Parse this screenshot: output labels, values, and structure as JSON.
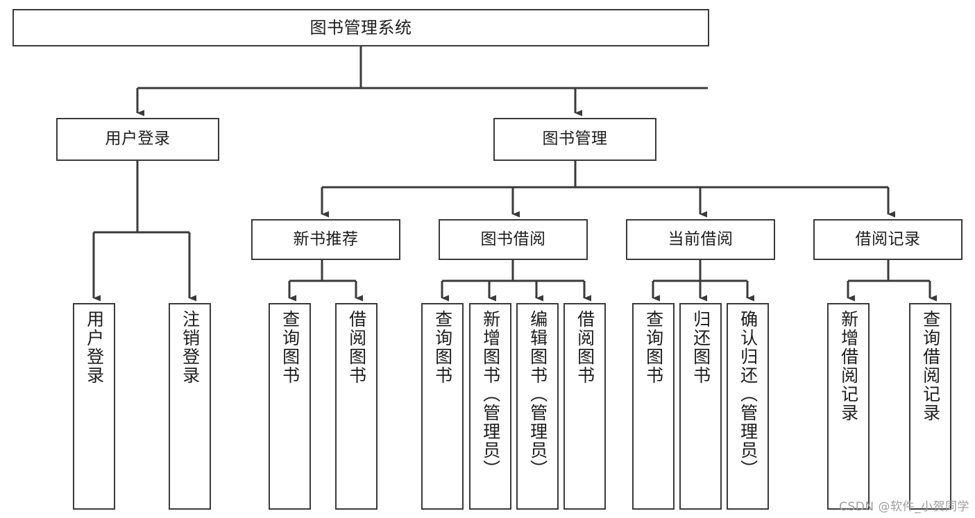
{
  "diagram": {
    "type": "tree",
    "title": "图书管理系统",
    "watermark": "CSDN @软件_小贺同学",
    "colors": {
      "node_border": "#3a3a3a",
      "node_fill": "#ffffff",
      "edge": "#3a3a3a",
      "text": "#1c1c1c",
      "watermark": "#9d9d9d",
      "background": "#ffffff"
    },
    "levels": {
      "root": {
        "label": "图书管理系统"
      },
      "level2": [
        {
          "label": "用户登录"
        },
        {
          "label": "图书管理"
        }
      ],
      "level3": [
        {
          "label": "新书推荐"
        },
        {
          "label": "图书借阅"
        },
        {
          "label": "当前借阅"
        },
        {
          "label": "借阅记录"
        }
      ],
      "leaves": {
        "user_login": [
          {
            "label": "用户登录"
          },
          {
            "label": "注销登录"
          }
        ],
        "new_book_recommend": [
          {
            "label": "查询图书"
          },
          {
            "label": "借阅图书"
          }
        ],
        "book_borrow": [
          {
            "label": "查询图书"
          },
          {
            "label": "新增图书（管理员）"
          },
          {
            "label": "编辑图书（管理员）"
          },
          {
            "label": "借阅图书"
          }
        ],
        "current_borrow": [
          {
            "label": "查询图书"
          },
          {
            "label": "归还图书"
          },
          {
            "label": "确认归还（管理员）"
          }
        ],
        "borrow_record": [
          {
            "label": "新增借阅记录"
          },
          {
            "label": "查询借阅记录"
          }
        ]
      }
    }
  }
}
